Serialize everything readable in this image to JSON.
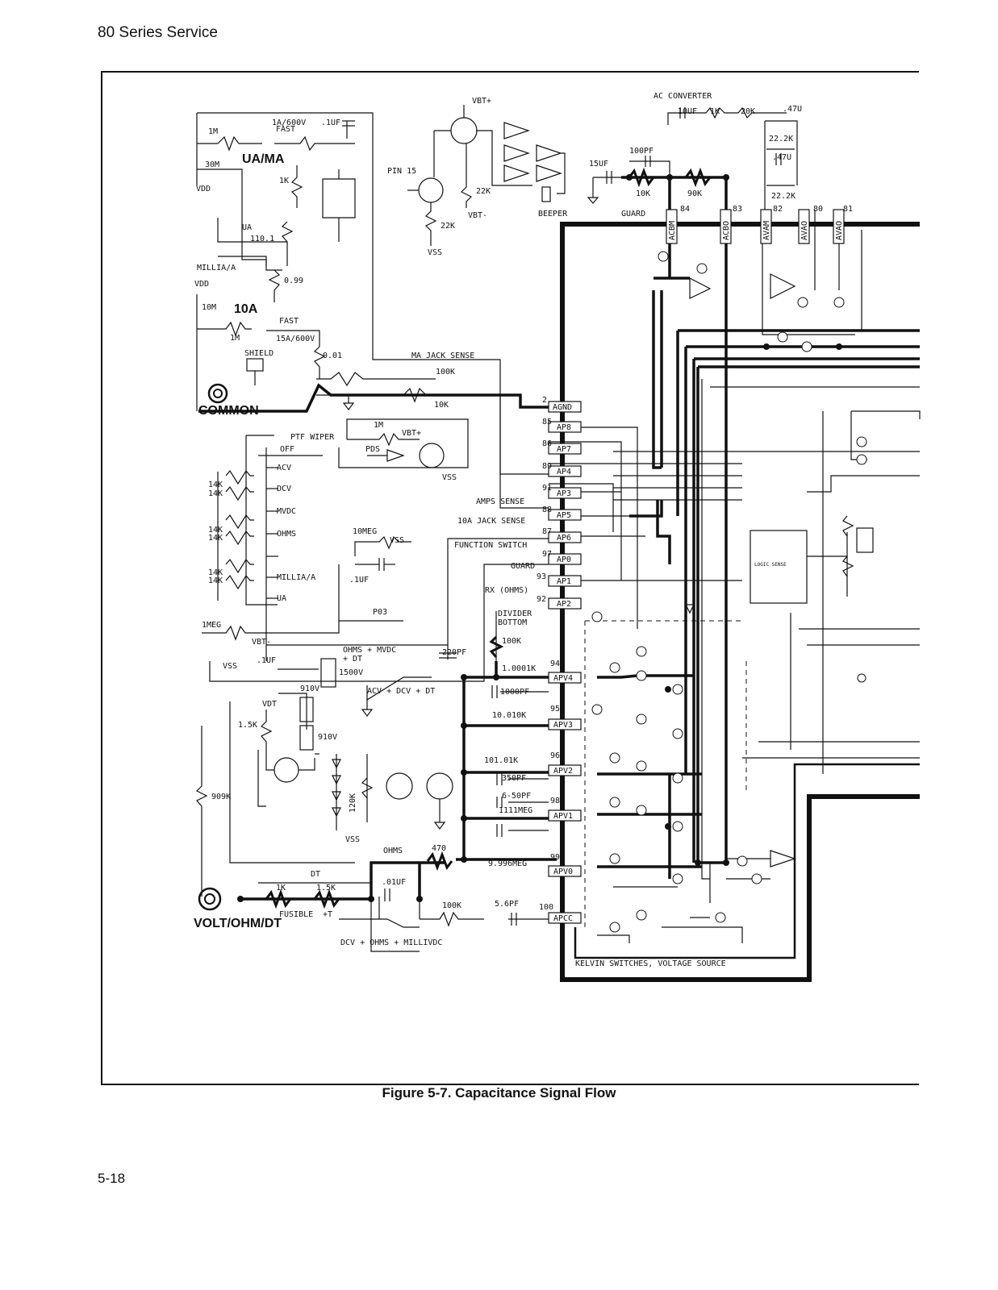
{
  "header": {
    "title": "80 Series Service"
  },
  "caption": "Figure 5-7. Capacitance Signal Flow",
  "page_number": "5-18",
  "labels": {
    "ua_ma": "UA/MA",
    "ten_a": "10A",
    "common": "COMMON",
    "volt_ohm": "VOLT/OHM/DT",
    "ac_converter": "AC CONVERTER",
    "vbt_plus": "VBT+",
    "vbt_minus": "VBT-",
    "vss": "VSS",
    "vdd": "VDD",
    "pin15": "PIN 15",
    "beeper": "BEEPER",
    "guard": "GUARD",
    "ma_jack_sense": "MA JACK SENSE",
    "amps_sense": "AMPS SENSE",
    "tenA_jack_sense": "10A JACK SENSE",
    "function_switch": "FUNCTION SWITCH",
    "guard2": "GUARD",
    "rx_ohms": "RX (OHMS)",
    "divider_bottom_1": "DIVIDER",
    "divider_bottom_2": "BOTTOM",
    "ptf_wiper": "PTF WIPER",
    "pds": "PDS",
    "p03": "P03",
    "logic_sense": "LOGIC SENSE",
    "kelvin": "KELVIN SWITCHES, VOLTAGE SOURCE",
    "shield": "SHIELD",
    "fast": "FAST",
    "fusible": "FUSIBLE",
    "ua": "UA",
    "millia": "MILLIA/A",
    "off": "OFF",
    "acv": "ACV",
    "dcv": "DCV",
    "mvdc": "MVDC",
    "ohms": "OHMS",
    "millia2": "MILLIA/A",
    "ua2": "UA",
    "ohms_mvdc": "OHMS + MVDC",
    "dt_plus": "+ DT",
    "acv_dcv_dt": "ACV + DCV + DT",
    "dcv_ohms_millivdc": "DCV + OHMS + MILLIVDC",
    "dt": "DT",
    "ohms2": "OHMS",
    "vdt": "VDT",
    "plus_t": "+T",
    "shield_dummy": ""
  },
  "components": {
    "r_1m": "1M",
    "r_30m": "30M",
    "fuse_1a": "1A/600V",
    "fast1": "FAST",
    "c_1uf": ".1UF",
    "r_1k": "1K",
    "r_110": "110.1",
    "r_099": "0.99",
    "r_10m": "10M",
    "r_1m2": "1M",
    "fuse_15a": "15A/600V",
    "r_001": "0.01",
    "r_100k": "100K",
    "r_10k": "10K",
    "r_22k": "22K",
    "r_22k2": "22K",
    "c_15uf": "15UF",
    "c_100pf": "100PF",
    "r_10k2": "10K",
    "r_90k": "90K",
    "c_10uf": "10UF",
    "r_1k2": "1K",
    "r_20k": "20K",
    "c_47u": ".47U",
    "r_222k": "22.2K",
    "c_47u2": ".47U",
    "r_222k2": "22.2K",
    "r_14k": "14K",
    "r_1meg": "1MEG",
    "c_1uf2": ".1UF",
    "r_10meg": "10MEG",
    "c_1uf3": ".1UF",
    "r_1m3": "1M",
    "v1500": "1500V",
    "v910": "910V",
    "v910b": "910V",
    "r_15k": "1.5K",
    "r_909k": "909K",
    "r_120k": "120K",
    "c_220pf": "220PF",
    "r_100k2": "100K",
    "r_10001k": "1.0001K",
    "c_1000pf": "1000PF",
    "r_10010k": "10.010K",
    "r_10101k": "101.01K",
    "c_350pf": "350PF",
    "c_650pf": "6-50PF",
    "r_1111": "1111MEG",
    "r_470": "470",
    "r_9996": "9.996MEG",
    "c_01uf": ".01UF",
    "r_100k3": "100K",
    "c_56pf": "5.6PF",
    "r_1k3": "1K",
    "r_15k2": "1.5K"
  },
  "pins": {
    "acbm": "ACBM",
    "acbo": "ACBO",
    "avam": "AVAM",
    "avao1": "AVAO",
    "avao2": "AVAO",
    "agnd": "AGND",
    "ap8": "AP8",
    "ap7": "AP7",
    "ap4": "AP4",
    "ap3": "AP3",
    "ap5": "AP5",
    "ap6": "AP6",
    "ap0": "AP0",
    "ap1": "AP1",
    "ap2": "AP2",
    "apv4": "APV4",
    "apv3": "APV3",
    "apv2": "APV2",
    "apv1": "APV1",
    "apv0": "APV0",
    "apcc": "APCC"
  },
  "pin_numbers": {
    "n84": "84",
    "n83": "83",
    "n82": "82",
    "n80": "80",
    "n81": "81",
    "n2": "2",
    "n85": "85",
    "n86": "86",
    "n89": "89",
    "n91": "91",
    "n88": "88",
    "n87": "87",
    "n97": "97",
    "n93": "93",
    "n92": "92",
    "n94": "94",
    "n95": "95",
    "n96": "96",
    "n98": "98",
    "n99": "99",
    "n100": "100"
  }
}
